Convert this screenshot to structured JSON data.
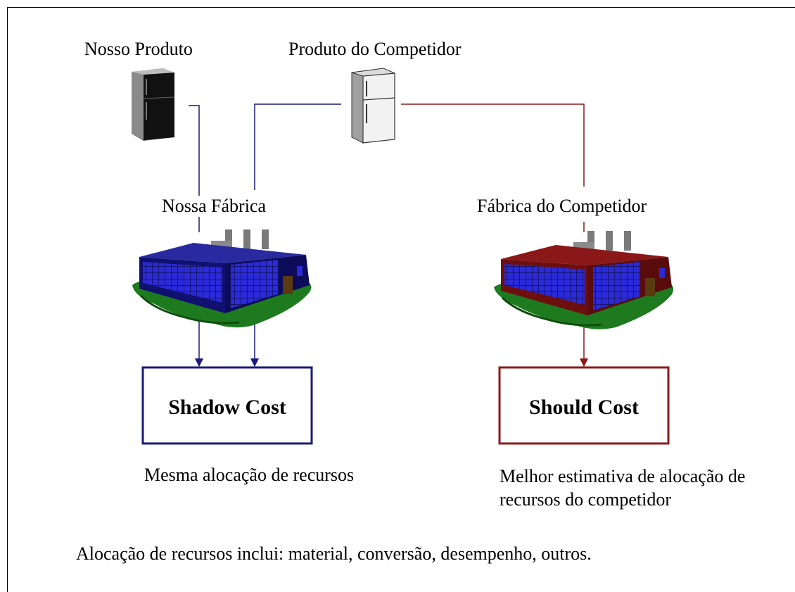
{
  "labels": {
    "our_product": "Nosso Produto",
    "competitor_product": "Produto do Competidor",
    "our_factory": "Nossa Fábrica",
    "competitor_factory": "Fábrica do Competidor"
  },
  "boxes": {
    "shadow_cost": "Shadow Cost",
    "should_cost": "Should Cost"
  },
  "captions": {
    "shadow_caption": "Mesma alocação de recursos",
    "should_caption": "Melhor estimativa de alocação de recursos do competidor",
    "footer": "Alocação de recursos inclui: material, conversão, desempenho, outros."
  },
  "colors": {
    "our_line": "#1a1a7a",
    "competitor_line": "#8b1a1a",
    "our_factory_body": "#101070",
    "competitor_factory_body": "#6e0f0f",
    "windows": "#2a2ad6",
    "ground": "#1e7a1e",
    "dark_fridge": "#111111",
    "light_fridge": "#f2f2f2"
  },
  "icons": {
    "our_product": "refrigerator-black-icon",
    "competitor_product": "refrigerator-white-icon",
    "our_factory": "factory-blue-icon",
    "competitor_factory": "factory-red-icon"
  }
}
